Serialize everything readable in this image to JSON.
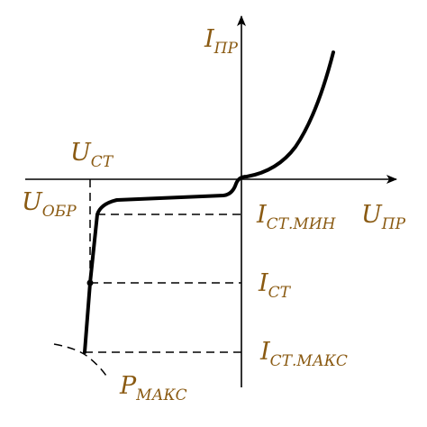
{
  "labels": {
    "i_forward": {
      "main": "I",
      "sub": "ПР"
    },
    "u_forward": {
      "main": "U",
      "sub": "ПР"
    },
    "u_stab": {
      "main": "U",
      "sub": "СТ"
    },
    "u_reverse": {
      "main": "U",
      "sub": "ОБР"
    },
    "i_stab_min": {
      "main": "I",
      "sub": "СТ.МИН"
    },
    "i_stab": {
      "main": "I",
      "sub": "СТ"
    },
    "i_stab_max": {
      "main": "I",
      "sub": "СТ.МАКС"
    },
    "p_max": {
      "main": "P",
      "sub": "МАКС"
    }
  }
}
